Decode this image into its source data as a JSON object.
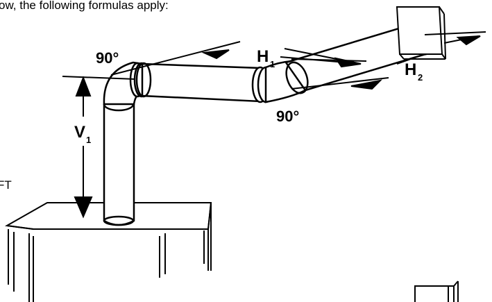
{
  "intro": {
    "text": "ow, the following formulas apply:"
  },
  "side_text": "FT",
  "labels": {
    "elbow_top": "90°",
    "elbow_right": "90°",
    "h1_letter": "H",
    "h1_sub": "1",
    "h2_letter": "H",
    "h2_sub": "2",
    "v1_letter": "V",
    "v1_sub": "1"
  }
}
